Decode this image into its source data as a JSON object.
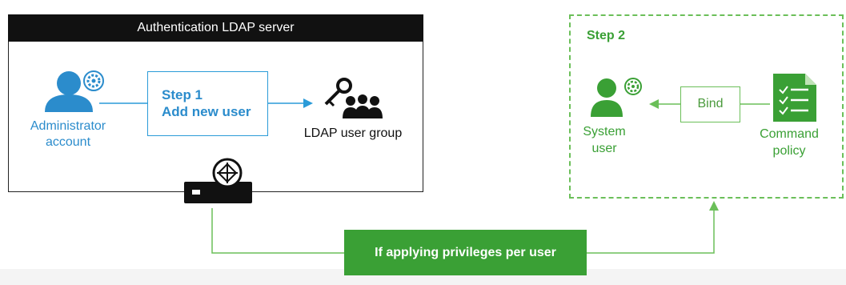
{
  "ldap_server": {
    "title": "Authentication LDAP server",
    "admin_label_line1": "Administrator",
    "admin_label_line2": "account",
    "step1_line1": "Step 1",
    "step1_line2": "Add new user",
    "group_label": "LDAP user group"
  },
  "step2": {
    "title": "Step 2",
    "system_user_line1": "System",
    "system_user_line2": "user",
    "bind_label": "Bind",
    "command_line1": "Command",
    "command_line2": "policy"
  },
  "privileges_label": "If applying privileges per user",
  "icons": [
    "admin-user-icon",
    "gear-icon",
    "key-icon",
    "user-group-icon",
    "server-device-icon",
    "system-user-icon",
    "command-policy-icon"
  ],
  "colors": {
    "blue": "#2b8ccc",
    "green": "#3aa035",
    "header": "#111111"
  }
}
